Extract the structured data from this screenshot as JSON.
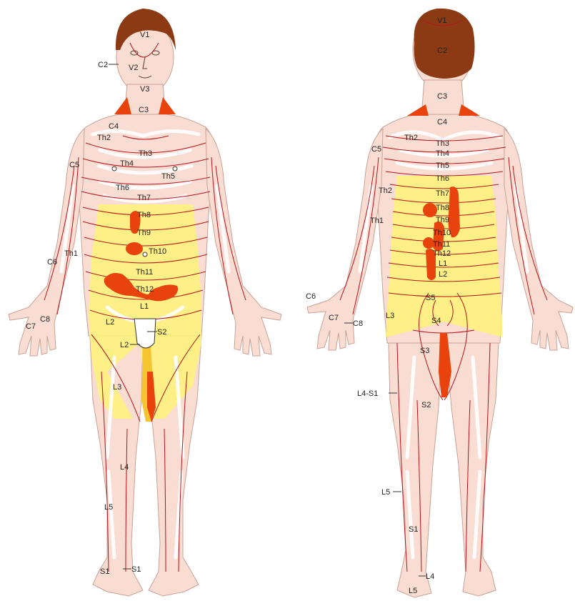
{
  "figure": {
    "colors": {
      "skin": "#f9ddd2",
      "skin_outline": "#c9a195",
      "bone": "#ffffff",
      "dermatome_line": "#b5121b",
      "referred_zone": "#fff27a",
      "pain_spot": "#e8430c",
      "hair": "#8b3a14",
      "text": "#222222"
    },
    "front_labels": {
      "V1": "V1",
      "V2": "V2",
      "V3": "V3",
      "C2": "C2",
      "C3": "C3",
      "C4": "C4",
      "C5": "C5",
      "C6": "C6",
      "C7": "C7",
      "C8": "C8",
      "Th1": "Th1",
      "Th2": "Th2",
      "Th3": "Th3",
      "Th4": "Th4",
      "Th5": "Th5",
      "Th6": "Th6",
      "Th7": "Th7",
      "Th8": "Th8",
      "Th9": "Th9",
      "Th10": "Th10",
      "Th11": "Th11",
      "Th12": "Th12",
      "L1": "L1",
      "L2a": "L2",
      "L2b": "L2",
      "L3": "L3",
      "L4": "L4",
      "L5": "L5",
      "S1a": "S1",
      "S1b": "S1",
      "S2": "S2"
    },
    "back_labels": {
      "V1": "V1",
      "C2": "C2",
      "C3": "C3",
      "C4": "C4",
      "C5": "C5",
      "C6": "C6",
      "C7": "C7",
      "C8": "C8",
      "Th1": "Th1",
      "Th2a": "Th2",
      "Th2b": "Th2",
      "Th3": "Th3",
      "Th4": "Th4",
      "Th5": "Th5",
      "Th6": "Th6",
      "Th7": "Th7",
      "Th8": "Th8",
      "Th9": "Th9",
      "Th10": "Th10",
      "Th11": "Th11",
      "Th12": "Th12",
      "L1": "L1",
      "L2": "L2",
      "L3": "L3",
      "L4S1": "L4-S1",
      "L5": "L5",
      "L4": "L4",
      "S1": "S1",
      "S2": "S2",
      "S3": "S3",
      "S4": "S4",
      "S5": "S5",
      "L5b": "L5"
    }
  }
}
